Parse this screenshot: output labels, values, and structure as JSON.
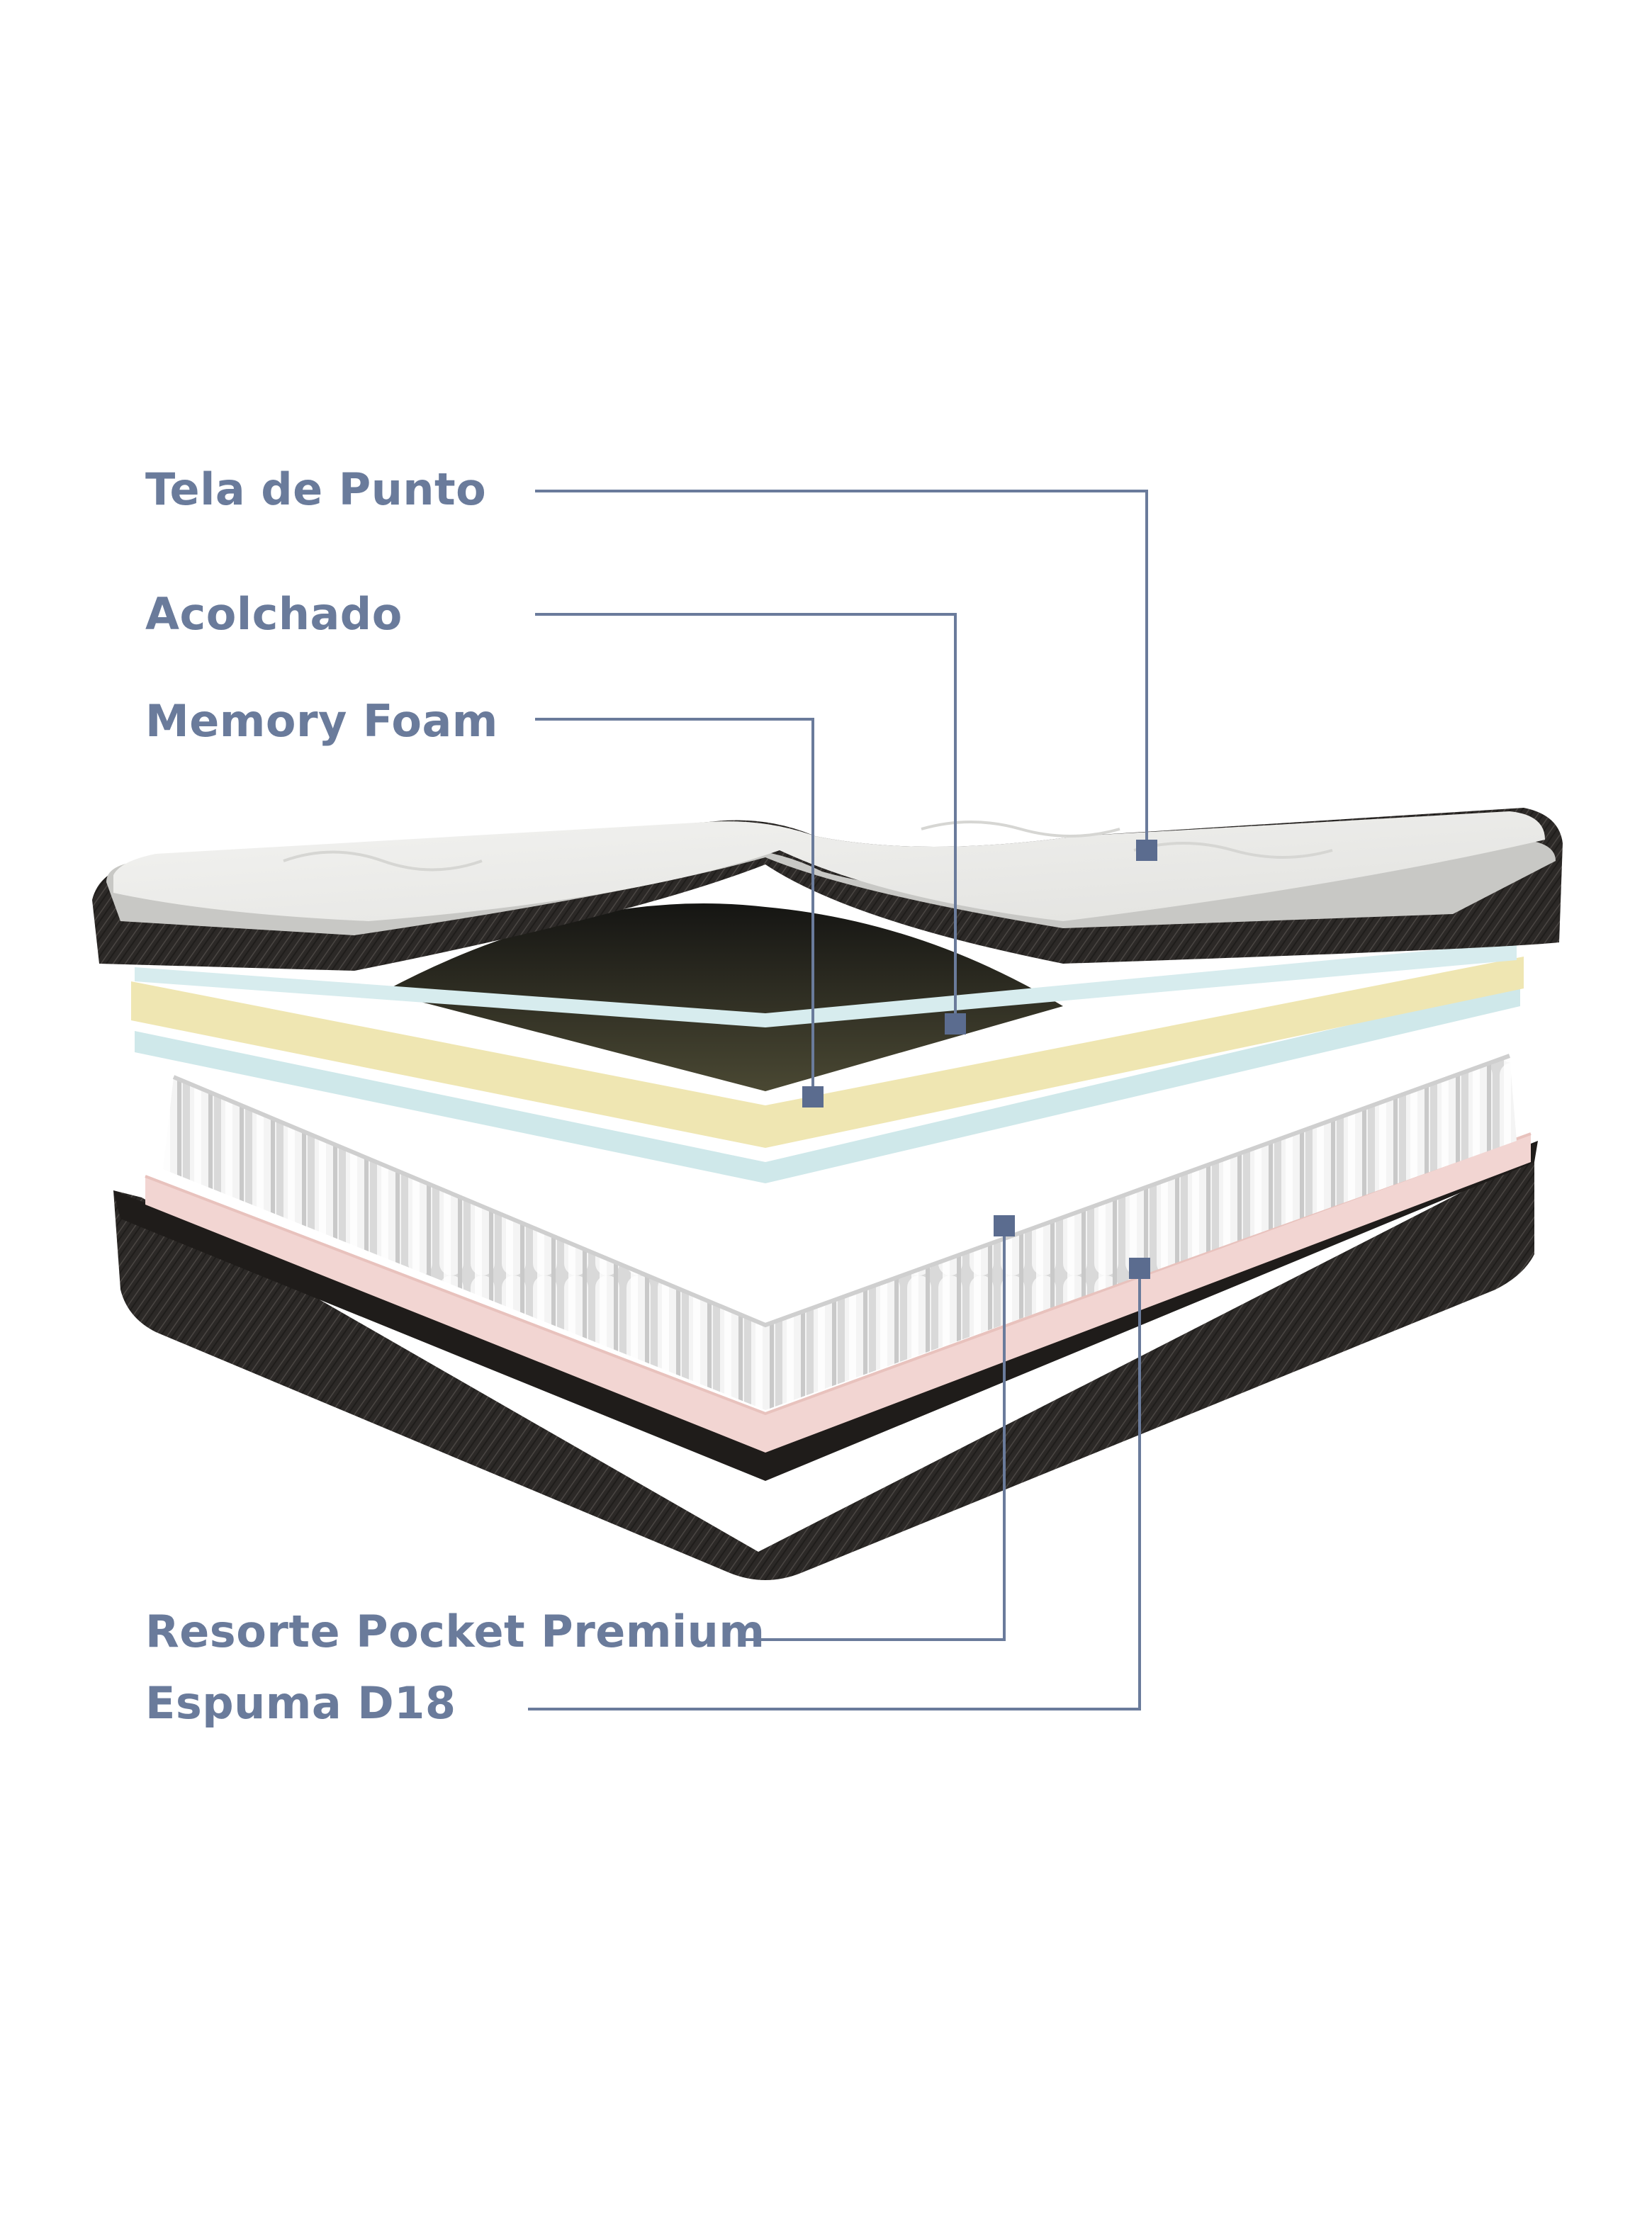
{
  "colors": {
    "label_text": "#6a7b9b",
    "leader_line": "#6a7b9b",
    "marker": "#5b6c8f",
    "cover_fabric": "#2c2927",
    "top_quilt": "#eeeeec",
    "acolchado_foam": "#efe6b2",
    "blue_foam": "#cfe8ea",
    "dark_foam": "#3d3c2c",
    "pink_foam": "#f2d5d2",
    "springs": "#ececec"
  },
  "icons": {
    "marker": "square-marker-icon"
  },
  "labels": [
    {
      "id": "tela-de-punto",
      "text": "Tela de Punto"
    },
    {
      "id": "acolchado",
      "text": "Acolchado"
    },
    {
      "id": "memory-foam",
      "text": "Memory Foam"
    },
    {
      "id": "resorte-pocket-premium",
      "text": "Resorte Pocket Premium"
    },
    {
      "id": "espuma-d18",
      "text": "Espuma D18"
    }
  ]
}
